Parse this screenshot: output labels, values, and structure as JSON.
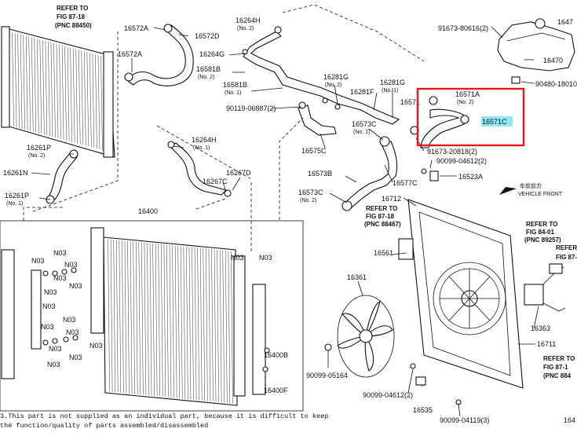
{
  "labels": {
    "refer_top_left_1": "REFER TO",
    "refer_top_left_2": "FIG 87-18",
    "refer_top_left_3": "(PNC 88450)",
    "p16572A_top": "16572A",
    "p16572D": "16572D",
    "p16572A_mid": "16572A",
    "p16264H_top": "16264H",
    "p16264H_top_qty": "(No. 2)",
    "p16264G": "16264G",
    "p16581B_top": "16581B",
    "p16581B_top_qty": "(No. 2)",
    "p16581B_mid": "16581B",
    "p16581B_mid_qty": "(No. 1)",
    "p90119": "90119-06887(2)",
    "p16281G_left": "16281G",
    "p16281G_left_qty": "(No. 2)",
    "p16281F": "16281F",
    "p16281G_right": "16281G",
    "p16281G_right_qty": "(No. 1)",
    "p16571_partial": "16571",
    "p16571A": "16571A",
    "p16571A_qty": "(No. 2)",
    "p16571C": "16571C",
    "p91673_80616": "91673-80616(2)",
    "p1647_partial": "1647",
    "p16470": "16470",
    "p90480": "90480-18010",
    "p16573C_top": "16573C",
    "p16573C_top_qty": "(No. 1)",
    "p16575C": "16575C",
    "p91673_20818": "91673-20818(2)",
    "p90099_04612_top": "90099-04612(2)",
    "p16523A": "16523A",
    "p16261P_top": "16261P",
    "p16261P_top_qty": "(No. 2)",
    "p16261N": "16261N",
    "p16261P_bot": "16261P",
    "p16261P_bot_qty": "(No. 1)",
    "p16264H_mid": "16264H",
    "p16264H_mid_qty": "(No. 1)",
    "p16267C": "16267C",
    "p16267D": "16267D",
    "p16573B": "16573B",
    "p16577C": "16577C",
    "p16573C_bot": "16573C",
    "p16573C_bot_qty": "(No. 2)",
    "p16712": "16712",
    "refer_mid_1": "REFER TO",
    "refer_mid_2": "FIG 87-18",
    "refer_mid_3": "(PNC 88467)",
    "vehicle_front_cn": "车前前方",
    "vehicle_front": "VEHICLE FRONT",
    "p16400": "16400",
    "n03_1": "N03",
    "n03_2": "N03",
    "n03_3": "N03",
    "n03_4": "N03",
    "n03_5": "N03",
    "n03_6": "N03",
    "n03_7": "N03",
    "n03_8": "N03",
    "n03_9": "N03",
    "n03_10": "N03",
    "n03_11": "N03",
    "n03_12": "N03",
    "n03_13": "N03",
    "n03_14": "N03",
    "n03_15": "N03",
    "p16400B": "16400B",
    "p16400F": "16400F",
    "p16561": "16561",
    "p16361": "16361",
    "refer_right_1": "REFER TO",
    "refer_right_2": "FIG 84-01",
    "refer_right_3": "(PNC 89257)",
    "refer_right2_1": "REFER",
    "refer_right2_2": "FIG 87-",
    "p16363": "16363",
    "p16711": "16711",
    "p90099_05164": "90099-05164",
    "refer_br_1": "REFER TO",
    "refer_br_2": "FIG 87-1",
    "refer_br_3": "(PNC 884",
    "p90099_04612_bot": "90099-04612(2)",
    "p16535": "16535",
    "p90099_04119": "90099-04119(3)",
    "p164_partial": "164",
    "footnote_1": "3.This part is not supplied as an individual part, because it is difficult to keep",
    "footnote_2": "the function/quality of parts assembled/disassembled"
  },
  "colors": {
    "highlight_box": "#e8161b",
    "highlight_label_bg": "#8fe8f2",
    "ink": "#111111"
  }
}
